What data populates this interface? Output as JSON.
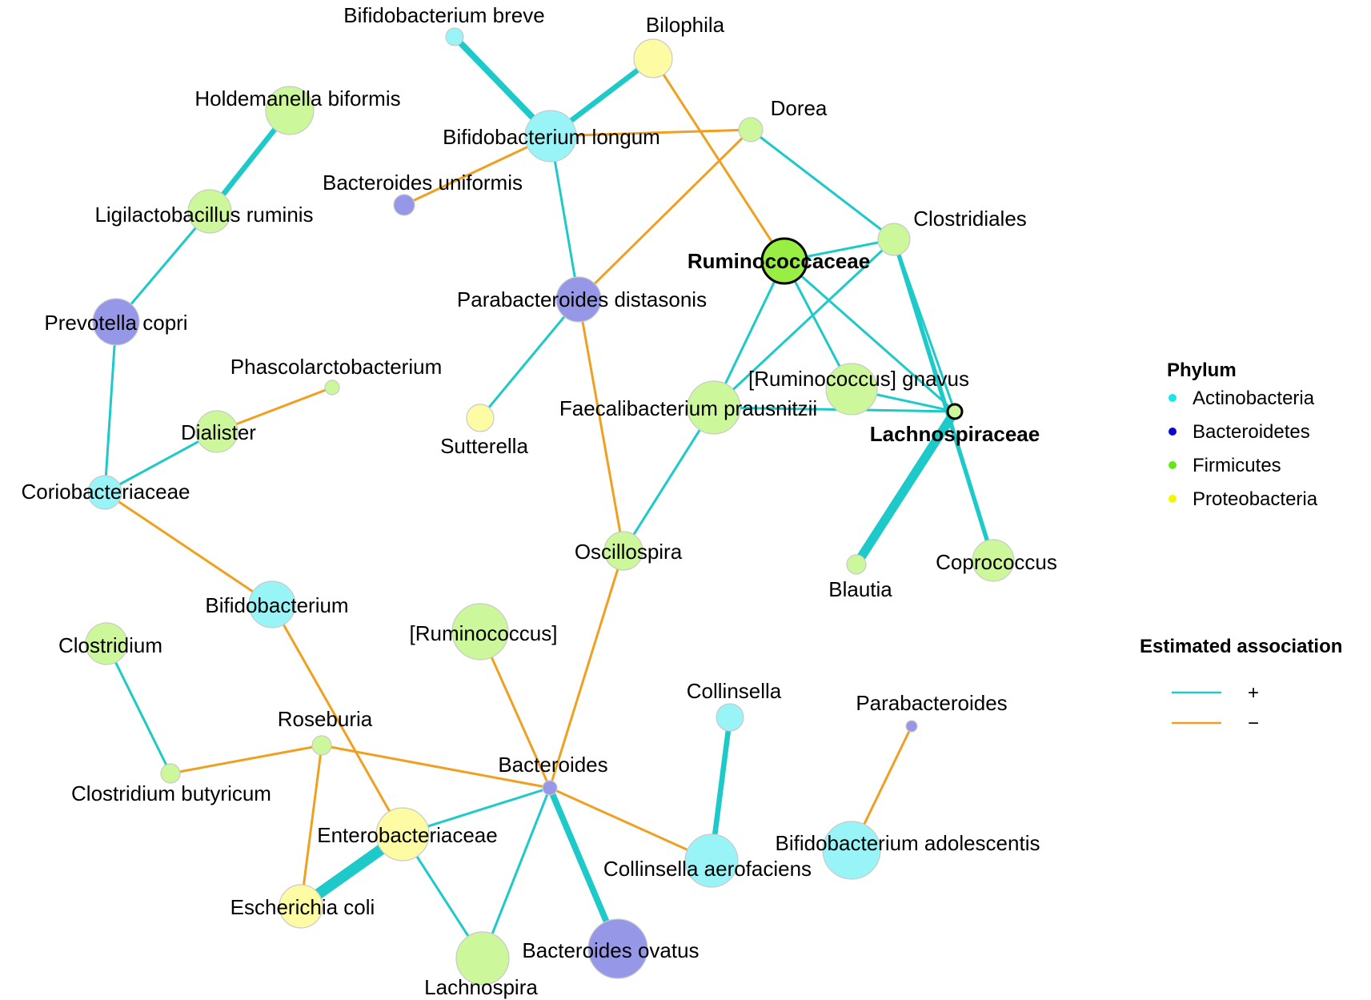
{
  "colors": {
    "Actinobacteria": "#99f4f8",
    "Bacteroidetes": "#9797e8",
    "Firmicutes": "#ccf79a",
    "Proteobacteria": "#fdfca4",
    "hub_Firmicutes": "#99ee44",
    "edge_positive": "#1ec9c9",
    "edge_negative": "#f0a020"
  },
  "legend": {
    "phylum_title": "Phylum",
    "phylum_items": [
      {
        "label": "Actinobacteria",
        "color": "#19e6e6"
      },
      {
        "label": "Bacteroidetes",
        "color": "#0a0acc"
      },
      {
        "label": "Firmicutes",
        "color": "#66e619"
      },
      {
        "label": "Proteobacteria",
        "color": "#f5f500"
      }
    ],
    "association_title": "Estimated association",
    "association_items": [
      {
        "label": "+",
        "sign": "positive"
      },
      {
        "label": "−",
        "sign": "negative"
      }
    ]
  },
  "nodes": [
    {
      "id": "bif_breve",
      "label": "Bifidobacterium breve",
      "phylum": "Actinobacteria",
      "hub": false
    },
    {
      "id": "bilophila",
      "label": "Bilophila",
      "phylum": "Proteobacteria",
      "hub": false
    },
    {
      "id": "holdemanella",
      "label": "Holdemanella biformis",
      "phylum": "Firmicutes",
      "hub": false
    },
    {
      "id": "bif_longum",
      "label": "Bifidobacterium longum",
      "phylum": "Actinobacteria",
      "hub": false
    },
    {
      "id": "dorea",
      "label": "Dorea",
      "phylum": "Firmicutes",
      "hub": false
    },
    {
      "id": "bact_uniformis",
      "label": "Bacteroides uniformis",
      "phylum": "Bacteroidetes",
      "hub": false
    },
    {
      "id": "ligilacto",
      "label": "Ligilactobacillus ruminis",
      "phylum": "Firmicutes",
      "hub": false
    },
    {
      "id": "clostridiales",
      "label": "Clostridiales",
      "phylum": "Firmicutes",
      "hub": false
    },
    {
      "id": "ruminococcaceae",
      "label": "Ruminococcaceae",
      "phylum": "Firmicutes",
      "hub": true
    },
    {
      "id": "parabact_dist",
      "label": "Parabacteroides distasonis",
      "phylum": "Bacteroidetes",
      "hub": false
    },
    {
      "id": "prevotella",
      "label": "Prevotella copri",
      "phylum": "Bacteroidetes",
      "hub": false
    },
    {
      "id": "phascolarcto",
      "label": "Phascolarctobacterium",
      "phylum": "Firmicutes",
      "hub": false
    },
    {
      "id": "rum_gnavus",
      "label": "[Ruminococcus] gnavus",
      "phylum": "Firmicutes",
      "hub": false
    },
    {
      "id": "faecali",
      "label": "Faecalibacterium prausnitzii",
      "phylum": "Firmicutes",
      "hub": false
    },
    {
      "id": "lachnospiraceae",
      "label": "Lachnospiraceae",
      "phylum": "Firmicutes",
      "hub": true
    },
    {
      "id": "dialister",
      "label": "Dialister",
      "phylum": "Firmicutes",
      "hub": false
    },
    {
      "id": "sutterella",
      "label": "Sutterella",
      "phylum": "Proteobacteria",
      "hub": false
    },
    {
      "id": "coriobact",
      "label": "Coriobacteriaceae",
      "phylum": "Actinobacteria",
      "hub": false
    },
    {
      "id": "oscillospira",
      "label": "Oscillospira",
      "phylum": "Firmicutes",
      "hub": false
    },
    {
      "id": "blautia",
      "label": "Blautia",
      "phylum": "Firmicutes",
      "hub": false
    },
    {
      "id": "coprococcus",
      "label": "Coprococcus",
      "phylum": "Firmicutes",
      "hub": false
    },
    {
      "id": "bifidobact",
      "label": "Bifidobacterium",
      "phylum": "Actinobacteria",
      "hub": false
    },
    {
      "id": "ruminococcus",
      "label": "[Ruminococcus]",
      "phylum": "Firmicutes",
      "hub": false
    },
    {
      "id": "clostridium",
      "label": "Clostridium",
      "phylum": "Firmicutes",
      "hub": false
    },
    {
      "id": "collinsella",
      "label": "Collinsella",
      "phylum": "Actinobacteria",
      "hub": false
    },
    {
      "id": "parabact",
      "label": "Parabacteroides",
      "phylum": "Bacteroidetes",
      "hub": false
    },
    {
      "id": "roseburia",
      "label": "Roseburia",
      "phylum": "Firmicutes",
      "hub": false
    },
    {
      "id": "bacteroides",
      "label": "Bacteroides",
      "phylum": "Bacteroidetes",
      "hub": false
    },
    {
      "id": "clos_buty",
      "label": "Clostridium butyricum",
      "phylum": "Firmicutes",
      "hub": false
    },
    {
      "id": "enterobact",
      "label": "Enterobacteriaceae",
      "phylum": "Proteobacteria",
      "hub": false
    },
    {
      "id": "collins_aero",
      "label": "Collinsella aerofaciens",
      "phylum": "Actinobacteria",
      "hub": false
    },
    {
      "id": "bif_adol",
      "label": "Bifidobacterium adolescentis",
      "phylum": "Actinobacteria",
      "hub": false
    },
    {
      "id": "ecoli",
      "label": "Escherichia coli",
      "phylum": "Proteobacteria",
      "hub": false
    },
    {
      "id": "bact_ovatus",
      "label": "Bacteroides ovatus",
      "phylum": "Bacteroidetes",
      "hub": false
    },
    {
      "id": "lachnospira",
      "label": "Lachnospira",
      "phylum": "Firmicutes",
      "hub": false
    }
  ],
  "edges": [
    {
      "source": "bif_breve",
      "target": "bif_longum",
      "sign": "positive",
      "strength": 0.5
    },
    {
      "source": "bilophila",
      "target": "bif_longum",
      "sign": "positive",
      "strength": 0.4
    },
    {
      "source": "bilophila",
      "target": "ruminococcaceae",
      "sign": "negative",
      "strength": 0.1
    },
    {
      "source": "holdemanella",
      "target": "ligilacto",
      "sign": "positive",
      "strength": 0.4
    },
    {
      "source": "ligilacto",
      "target": "prevotella",
      "sign": "positive",
      "strength": 0.1
    },
    {
      "source": "bif_longum",
      "target": "dorea",
      "sign": "negative",
      "strength": 0.1
    },
    {
      "source": "bif_longum",
      "target": "bact_uniformis",
      "sign": "negative",
      "strength": 0.1
    },
    {
      "source": "bif_longum",
      "target": "parabact_dist",
      "sign": "positive",
      "strength": 0.1
    },
    {
      "source": "dorea",
      "target": "clostridiales",
      "sign": "positive",
      "strength": 0.1
    },
    {
      "source": "dorea",
      "target": "parabact_dist",
      "sign": "negative",
      "strength": 0.1
    },
    {
      "source": "clostridiales",
      "target": "ruminococcaceae",
      "sign": "positive",
      "strength": 0.1
    },
    {
      "source": "clostridiales",
      "target": "lachnospiraceae",
      "sign": "positive",
      "strength": 0.1
    },
    {
      "source": "clostridiales",
      "target": "faecali",
      "sign": "positive",
      "strength": 0.1
    },
    {
      "source": "clostridiales",
      "target": "coprococcus",
      "sign": "positive",
      "strength": 0.3
    },
    {
      "source": "ruminococcaceae",
      "target": "faecali",
      "sign": "positive",
      "strength": 0.1
    },
    {
      "source": "ruminococcaceae",
      "target": "rum_gnavus",
      "sign": "positive",
      "strength": 0.1
    },
    {
      "source": "ruminococcaceae",
      "target": "lachnospiraceae",
      "sign": "positive",
      "strength": 0.1
    },
    {
      "source": "parabact_dist",
      "target": "sutterella",
      "sign": "positive",
      "strength": 0.1
    },
    {
      "source": "parabact_dist",
      "target": "oscillospira",
      "sign": "negative",
      "strength": 0.1
    },
    {
      "source": "rum_gnavus",
      "target": "lachnospiraceae",
      "sign": "positive",
      "strength": 0.1
    },
    {
      "source": "faecali",
      "target": "lachnospiraceae",
      "sign": "positive",
      "strength": 0.1
    },
    {
      "source": "faecali",
      "target": "oscillospira",
      "sign": "positive",
      "strength": 0.1
    },
    {
      "source": "lachnospiraceae",
      "target": "blautia",
      "sign": "positive",
      "strength": 0.8
    },
    {
      "source": "prevotella",
      "target": "coriobact",
      "sign": "positive",
      "strength": 0.1
    },
    {
      "source": "phascolarcto",
      "target": "dialister",
      "sign": "negative",
      "strength": 0.1
    },
    {
      "source": "dialister",
      "target": "coriobact",
      "sign": "positive",
      "strength": 0.1
    },
    {
      "source": "coriobact",
      "target": "bifidobact",
      "sign": "negative",
      "strength": 0.1
    },
    {
      "source": "oscillospira",
      "target": "bacteroides",
      "sign": "negative",
      "strength": 0.1
    },
    {
      "source": "bifidobact",
      "target": "enterobact",
      "sign": "negative",
      "strength": 0.1
    },
    {
      "source": "ruminococcus",
      "target": "bacteroides",
      "sign": "negative",
      "strength": 0.1
    },
    {
      "source": "clostridium",
      "target": "clos_buty",
      "sign": "positive",
      "strength": 0.1
    },
    {
      "source": "clos_buty",
      "target": "roseburia",
      "sign": "negative",
      "strength": 0.1
    },
    {
      "source": "roseburia",
      "target": "bacteroides",
      "sign": "negative",
      "strength": 0.1
    },
    {
      "source": "roseburia",
      "target": "ecoli",
      "sign": "negative",
      "strength": 0.1
    },
    {
      "source": "collinsella",
      "target": "collins_aero",
      "sign": "positive",
      "strength": 0.4
    },
    {
      "source": "parabact",
      "target": "bif_adol",
      "sign": "negative",
      "strength": 0.1
    },
    {
      "source": "bacteroides",
      "target": "enterobact",
      "sign": "positive",
      "strength": 0.1
    },
    {
      "source": "bacteroides",
      "target": "lachnospira",
      "sign": "positive",
      "strength": 0.1
    },
    {
      "source": "bacteroides",
      "target": "bact_ovatus",
      "sign": "positive",
      "strength": 0.5
    },
    {
      "source": "bacteroides",
      "target": "collins_aero",
      "sign": "negative",
      "strength": 0.1
    },
    {
      "source": "enterobact",
      "target": "ecoli",
      "sign": "positive",
      "strength": 1.0
    },
    {
      "source": "enterobact",
      "target": "lachnospira",
      "sign": "positive",
      "strength": 0.1
    }
  ]
}
